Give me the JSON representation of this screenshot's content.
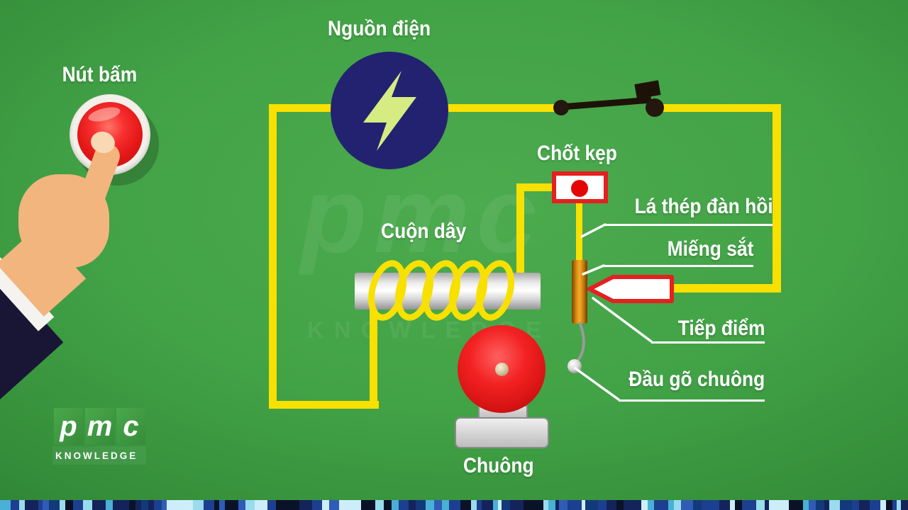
{
  "labels": {
    "push_button": "Nút bấm",
    "power_source": "Nguồn điện",
    "clamp": "Chốt kẹp",
    "steel_strip": "Lá thép đàn hồi",
    "iron_piece": "Miếng sắt",
    "contact": "Tiếp điểm",
    "striker": "Đầu gõ chuông",
    "coil": "Cuộn dây",
    "bell": "Chuông"
  },
  "logo": {
    "letters": [
      "p",
      "m",
      "c"
    ],
    "subtitle": "KNOWLEDGE"
  },
  "watermark": {
    "text": "pmc",
    "subtext": "KNOWLEDGE"
  },
  "colors": {
    "background_green": "#42A246",
    "wire_yellow": "#F8E000",
    "accent_red": "#E42020",
    "battery_blue": "#232270",
    "bolt_green": "#D6EC82",
    "rod_orange": "#C97A0C",
    "label_text": "#FFFFFF",
    "skin": "#F2B57D",
    "sleeve_navy": "#181634",
    "metal_gray": "#D6D6D6"
  },
  "footer_strip": {
    "palette": [
      "#14235a",
      "#1d3f8f",
      "#0a1228",
      "#2f5cb5",
      "#49b0d6",
      "#9adcee",
      "#cdeef8",
      "#123a7a",
      "#14235a",
      "#1d3f8f"
    ]
  }
}
